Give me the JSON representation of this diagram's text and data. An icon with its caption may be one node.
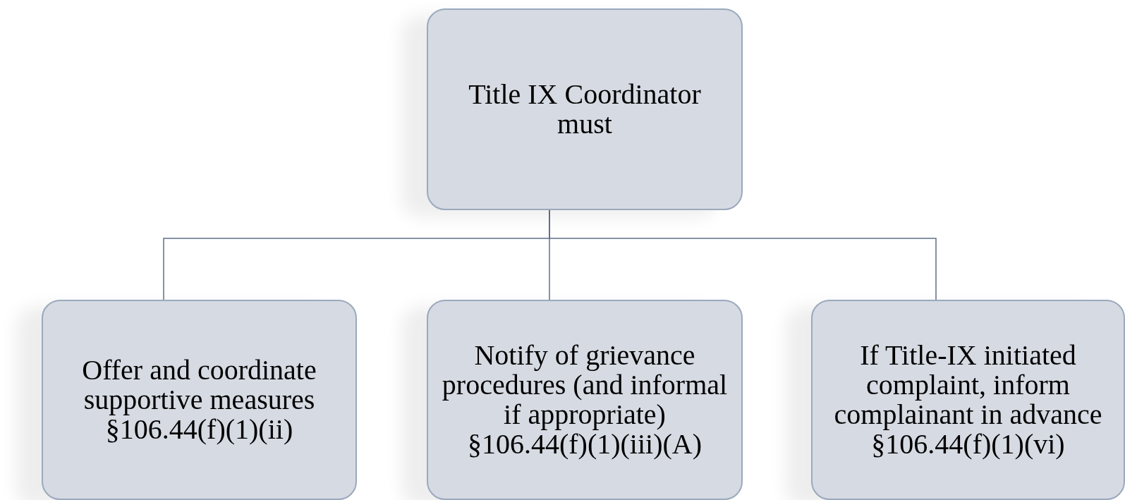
{
  "diagram": {
    "nodes": [
      {
        "text": [
          "Title IX Coordinator must"
        ]
      },
      {
        "text": [
          "Offer and coordinate supportive measures",
          "§106.44(f)(1)(ii)"
        ]
      },
      {
        "text": [
          "Notify of grievance procedures (and informal if appropriate)",
          "§106.44(f)(1)(iii)(A)"
        ]
      },
      {
        "text": [
          "If Title-IX initiated complaint, inform complainant in advance",
          "§106.44(f)(1)(vi)"
        ]
      }
    ],
    "edges": [
      {
        "from": 0,
        "to": 1,
        "arrow": "none"
      },
      {
        "from": 0,
        "to": 2,
        "arrow": "none"
      },
      {
        "from": 0,
        "to": 3,
        "arrow": "none"
      }
    ]
  }
}
